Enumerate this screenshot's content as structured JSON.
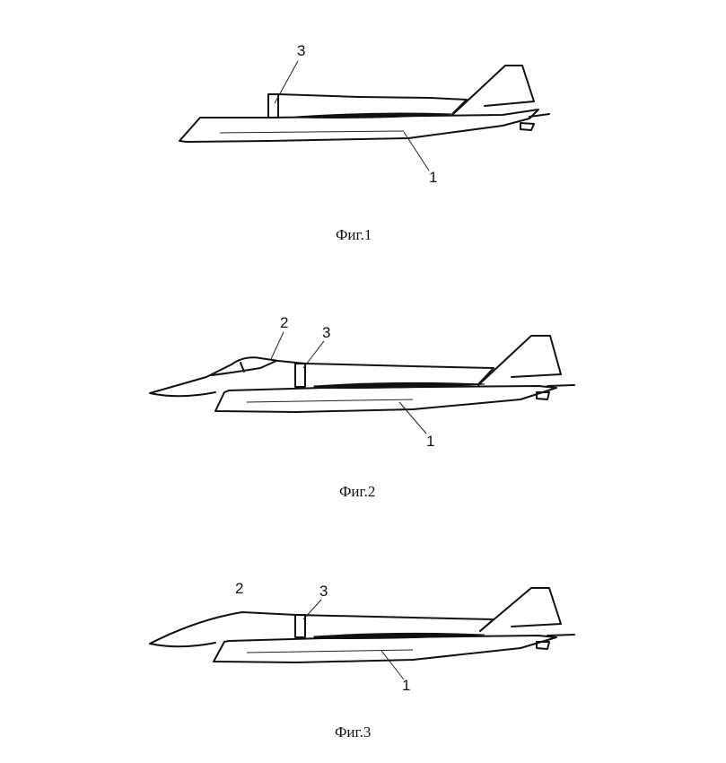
{
  "figures": [
    {
      "caption": "Фиг.1",
      "labels": {
        "body": "1",
        "partition": "3"
      }
    },
    {
      "caption": "Фиг.2",
      "labels": {
        "body": "1",
        "cockpit": "2",
        "partition": "3"
      }
    },
    {
      "caption": "Фиг.3",
      "labels": {
        "body": "1",
        "nose_module": "2",
        "partition": "3"
      }
    }
  ]
}
